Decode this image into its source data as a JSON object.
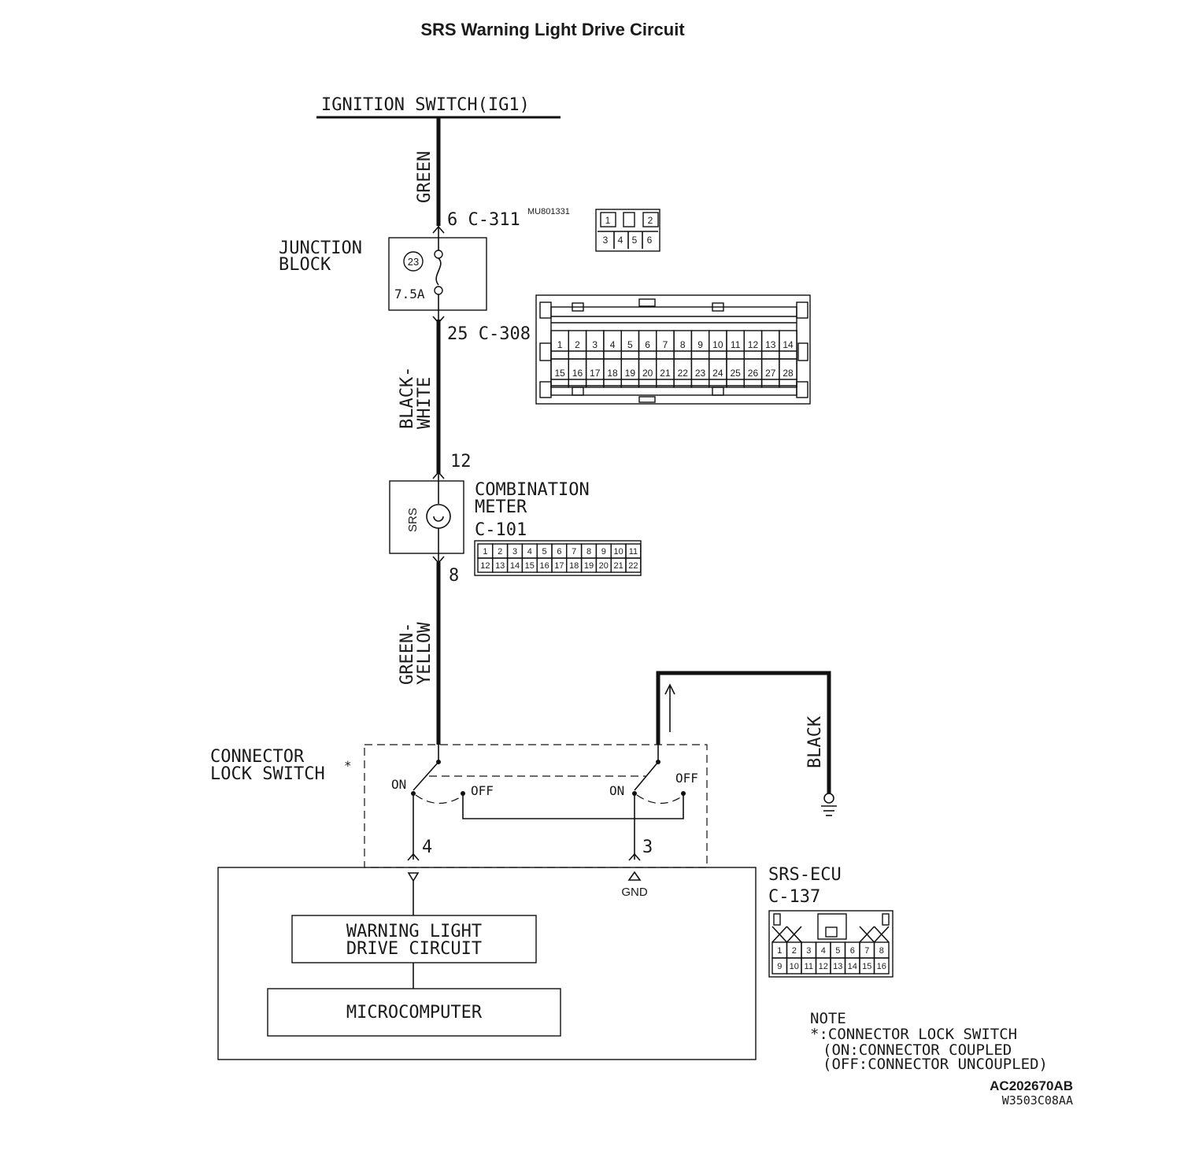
{
  "title": "SRS Warning Light Drive Circuit",
  "power_source": "IGNITION SWITCH(IG1)",
  "wires": {
    "w1": "GREEN",
    "w2_line1": "BLACK-",
    "w2_line2": "WHITE",
    "w3_line1": "GREEN-",
    "w3_line2": "YELLOW",
    "ground": "BLACK"
  },
  "junction_block": {
    "label_line1": "JUNCTION",
    "label_line2": "BLOCK",
    "fuse_number": "23",
    "fuse_rating": "7.5A",
    "input_pin": "6 C-311",
    "output_pin": "25 C-308",
    "part_number": "MU801331"
  },
  "combination_meter": {
    "label_line1": "COMBINATION",
    "label_line2": "METER",
    "connector": "C-101",
    "lamp_label": "SRS",
    "pin_in": "12",
    "pin_out": "8"
  },
  "lock_switch": {
    "label_line1": "CONNECTOR",
    "label_line2": "LOCK SWITCH",
    "asterisk": "*",
    "on": "ON",
    "off": "OFF",
    "pin_left": "4",
    "pin_right": "3"
  },
  "ecu": {
    "name": "SRS-ECU",
    "connector": "C-137",
    "gnd": "GND",
    "warning_line1": "WARNING LIGHT",
    "warning_line2": "DRIVE CIRCUIT",
    "micro": "MICROCOMPUTER"
  },
  "connectors": {
    "c311_top": [
      "1",
      "2"
    ],
    "c311_bottom": [
      "3",
      "4",
      "5",
      "6"
    ],
    "c308_top": [
      "1",
      "2",
      "3",
      "4",
      "5",
      "6",
      "7",
      "8",
      "9",
      "10",
      "11",
      "12",
      "13",
      "14"
    ],
    "c308_bottom": [
      "15",
      "16",
      "17",
      "18",
      "19",
      "20",
      "21",
      "22",
      "23",
      "24",
      "25",
      "26",
      "27",
      "28"
    ],
    "c101_top": [
      "1",
      "2",
      "3",
      "4",
      "5",
      "6",
      "7",
      "8",
      "9",
      "10",
      "11"
    ],
    "c101_bottom": [
      "12",
      "13",
      "14",
      "15",
      "16",
      "17",
      "18",
      "19",
      "20",
      "21",
      "22"
    ],
    "c137_top": [
      "1",
      "2",
      "3",
      "4",
      "5",
      "6",
      "7",
      "8"
    ],
    "c137_bottom": [
      "9",
      "10",
      "11",
      "12",
      "13",
      "14",
      "15",
      "16"
    ]
  },
  "note": {
    "heading": "NOTE",
    "line1": "*:CONNECTOR LOCK SWITCH",
    "line2": "(ON:CONNECTOR COUPLED",
    "line3": "(OFF:CONNECTOR UNCOUPLED)"
  },
  "codes": {
    "code1": "AC202670AB",
    "code2": "W3503C08AA"
  }
}
